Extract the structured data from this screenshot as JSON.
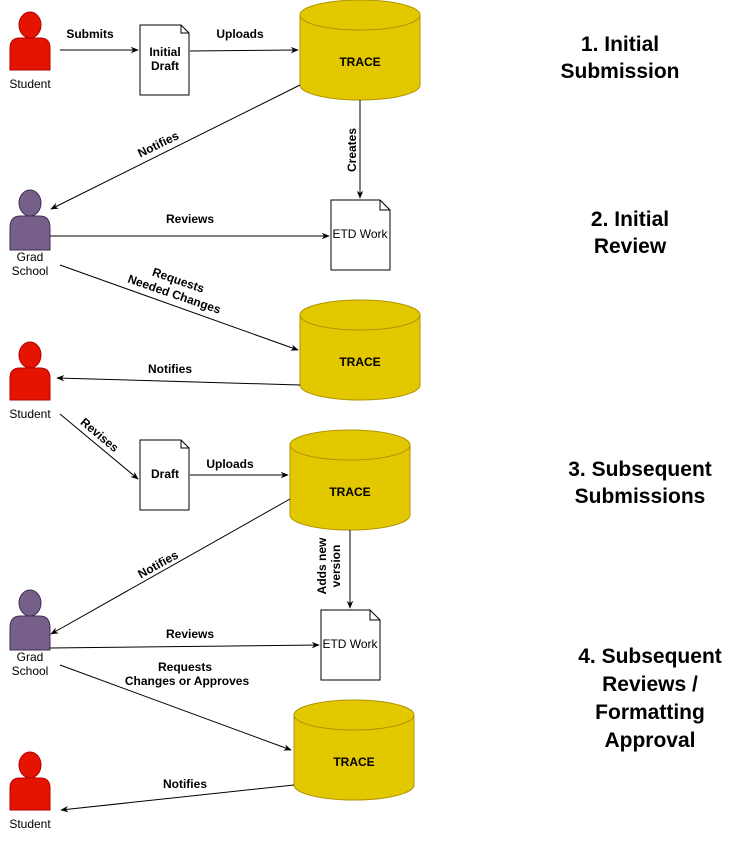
{
  "colors": {
    "student": "#e51400",
    "student_stroke": "#b20000",
    "grad": "#76608a",
    "grad_stroke": "#432d57",
    "trace": "#e3c800",
    "trace_stroke": "#b09500",
    "doc_fill": "#ffffff",
    "line": "#000000"
  },
  "actors": {
    "student_1": "Student",
    "grad_1_l1": "Grad",
    "grad_1_l2": "School",
    "student_2": "Student",
    "grad_2_l1": "Grad",
    "grad_2_l2": "School",
    "student_3": "Student"
  },
  "nodes": {
    "initial_draft_l1": "Initial",
    "initial_draft_l2": "Draft",
    "trace_1": "TRACE",
    "etd_work_1": "ETD Work",
    "trace_2": "TRACE",
    "draft": "Draft",
    "trace_3": "TRACE",
    "etd_work_2": "ETD Work",
    "trace_4": "TRACE"
  },
  "edges": {
    "submits": "Submits",
    "uploads_1": "Uploads",
    "notifies_1": "Notifies",
    "creates": "Creates",
    "reviews_1": "Reviews",
    "requests_1_l1": "Requests",
    "requests_1_l2": "Needed Changes",
    "notifies_2": "Notifies",
    "revises": "Revises",
    "uploads_2": "Uploads",
    "notifies_3": "Notifies",
    "adds_l1": "Adds new",
    "adds_l2": "version",
    "reviews_2": "Reviews",
    "requests_2_l1": "Requests",
    "requests_2_l2": "Changes or Approves",
    "notifies_4": "Notifies"
  },
  "stages": {
    "s1_l1": "1. Initial",
    "s1_l2": "Submission",
    "s2_l1": "2. Initial",
    "s2_l2": "Review",
    "s3_l1": "3. Subsequent",
    "s3_l2": "Submissions",
    "s4_l1": "4. Subsequent",
    "s4_l2": "Reviews /",
    "s4_l3": "Formatting",
    "s4_l4": "Approval"
  }
}
